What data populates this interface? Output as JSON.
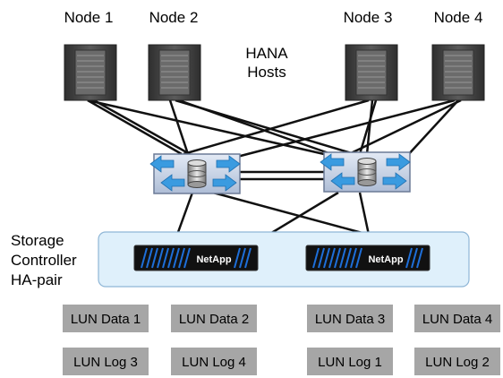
{
  "nodes": [
    {
      "label": "Node 1"
    },
    {
      "label": "Node 2"
    },
    {
      "label": "Node 3"
    },
    {
      "label": "Node 4"
    }
  ],
  "hosts_label": {
    "line1": "HANA",
    "line2": "Hosts"
  },
  "storage_label": {
    "line1": "Storage",
    "line2": "Controller",
    "line3": "HA-pair"
  },
  "storage_units": [
    {
      "brand": "NetApp"
    },
    {
      "brand": "NetApp"
    }
  ],
  "luns": {
    "data": [
      "LUN Data 1",
      "LUN Data 2",
      "LUN Data 3",
      "LUN Data 4"
    ],
    "log": [
      "LUN Log 3",
      "LUN Log 4",
      "LUN Log 1",
      "LUN Log 2"
    ]
  },
  "colors": {
    "server_fill": "#4a4a4a",
    "switch_fill": "#c8d4e8",
    "arrow_fill": "#3a9be0",
    "controller_bg": "#dff0fb",
    "lun_fill": "#a6a6a6",
    "netapp_blue": "#1e6fd9"
  }
}
